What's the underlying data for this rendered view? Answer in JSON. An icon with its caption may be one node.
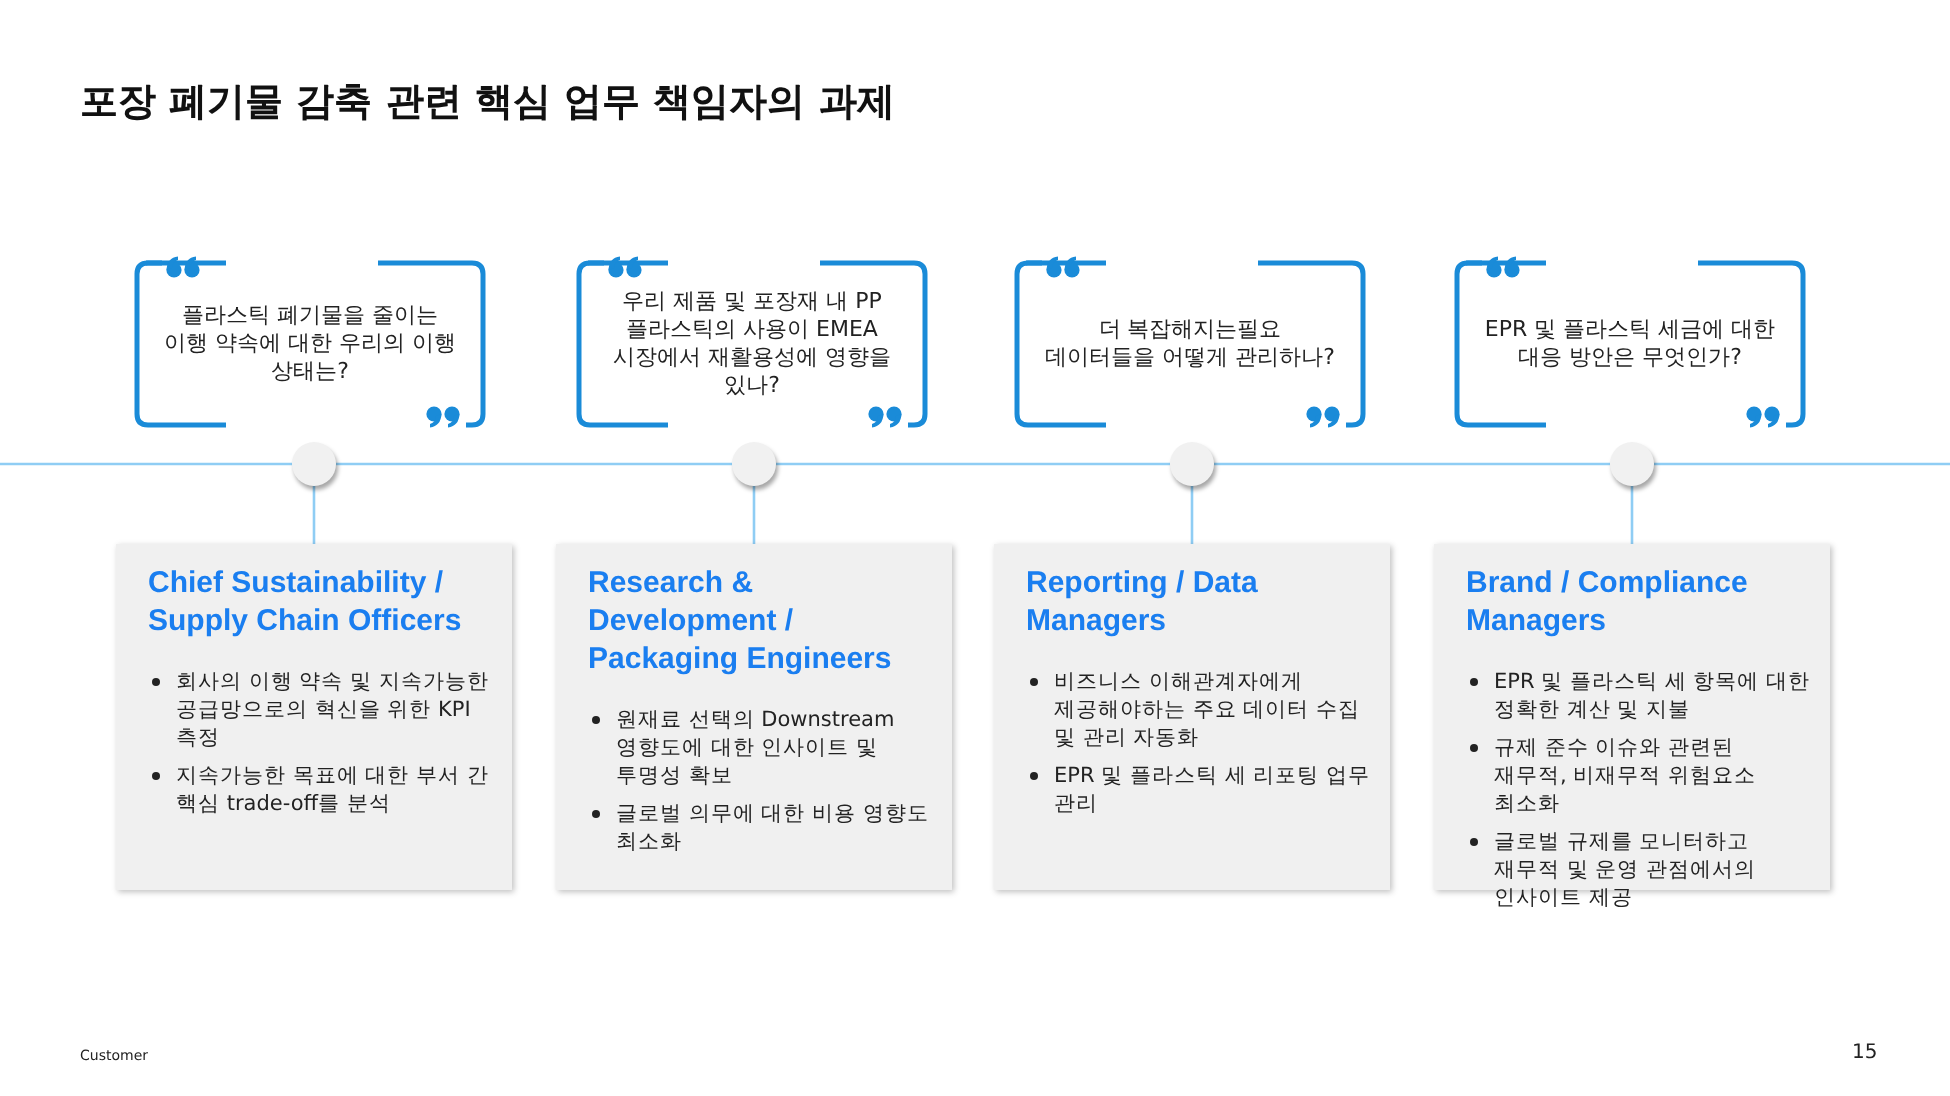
{
  "diagram": {
    "title": "포장 폐기물 감축 관련 핵심 업무 책임자의 과제",
    "nodes": [
      {
        "text": [
          "플라스틱 폐기물을 줄이는 이행 약속에 대한 우리의 이행 상태는?"
        ]
      },
      {
        "text": [
          "우리 제품 및 포장재 내 PP 플라스틱의 사용이 EMEA 시장에서 재활용성에 영향을 있나?"
        ]
      },
      {
        "text": [
          "더 복잡해지는필요 데이터들을 어떻게 관리하나?"
        ]
      },
      {
        "text": [
          "EPR 및 플라스틱 세금에 대한 대응 방안은 무엇인가?"
        ]
      },
      {
        "text": [],
        "shape": "circle"
      },
      {
        "text": [],
        "shape": "circle"
      },
      {
        "text": [],
        "shape": "circle"
      },
      {
        "text": [],
        "shape": "circle"
      },
      {
        "text": [
          "Chief Sustainability / Supply Chain Officers",
          "회사의 이행 약속 및 지속가능한 공급망으로의 혁신을 위한 KPI 측정",
          "지속가능한 목표에 대한 부서 간 핵심 trade-off를 분석"
        ]
      },
      {
        "text": [
          "Research & Development / Packaging Engineers",
          "원재료 선택의 Downstream 영향도에 대한 인사이트 및 투명성 확보",
          "글로벌 의무에 대한 비용 영향도 최소화"
        ]
      },
      {
        "text": [
          "Reporting / Data Managers",
          "비즈니스 이해관계자에게 제공해야하는 주요 데이터 수집 및 관리 자동화",
          "EPR 및 플라스틱 세 리포팅 업무 관리"
        ]
      },
      {
        "text": [
          "Brand / Compliance Managers",
          "EPR 및 플라스틱 세 항목에 대한 정확한 계산 및 지불",
          "규제 준수 이슈와 관련된 재무적, 비재무적 위험요소 최소화",
          "글로벌 규제를 모니터하고 재무적 및 운영 관점에서의 인사이트 제공"
        ]
      }
    ],
    "edges": [
      {
        "from": 4,
        "to": 5,
        "arrow": "none"
      },
      {
        "from": 5,
        "to": 6,
        "arrow": "none"
      },
      {
        "from": 6,
        "to": 7,
        "arrow": "none"
      },
      {
        "from": 4,
        "to": 8,
        "arrow": "none"
      },
      {
        "from": 5,
        "to": 9,
        "arrow": "none"
      },
      {
        "from": 6,
        "to": 10,
        "arrow": "none"
      },
      {
        "from": 7,
        "to": 11,
        "arrow": "none"
      }
    ],
    "labels": [
      "Customer",
      "15"
    ]
  }
}
